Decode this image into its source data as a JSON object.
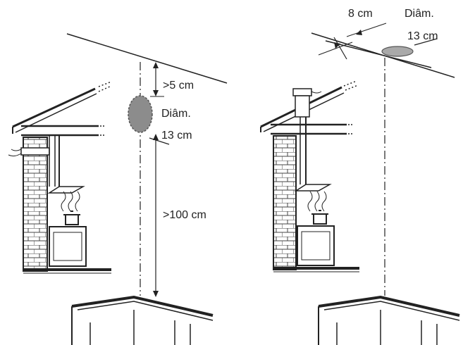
{
  "labels": {
    "left_top_gap": ">5 cm",
    "left_diam_word": "Diâm.",
    "left_diam_value": "13 cm",
    "left_bottom_gap": ">100 cm",
    "right_offset": "8 cm",
    "right_diam_word": "Diâm.",
    "right_diam_value": "13 cm"
  },
  "colors": {
    "line": "#222222",
    "vent_hole_fill": "#8c8c8c",
    "vent_hole_fill_right": "#a9a9a9"
  }
}
